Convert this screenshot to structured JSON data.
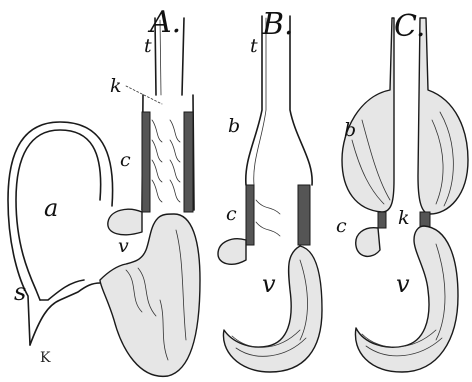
{
  "figure": {
    "panels": [
      {
        "id": "A",
        "label": "A."
      },
      {
        "id": "B",
        "label": "B."
      },
      {
        "id": "C",
        "label": "C."
      }
    ],
    "labels": {
      "A_t": "t",
      "A_k": "k",
      "A_c": "c",
      "A_a": "a",
      "A_v": "v",
      "A_s": "s",
      "B_t": "t",
      "B_b": "b",
      "B_c": "c",
      "B_v": "v",
      "C_b": "b",
      "C_c": "c",
      "C_k": "k",
      "C_v": "v"
    },
    "engraver_mark": "K"
  }
}
